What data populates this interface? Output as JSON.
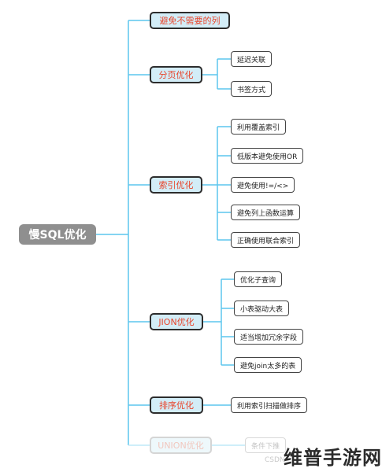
{
  "root": {
    "label": "慢SQL优化"
  },
  "branches": [
    {
      "label": "避免不需要的列",
      "children": []
    },
    {
      "label": "分页优化",
      "children": [
        "延迟关联",
        "书签方式"
      ]
    },
    {
      "label": "索引优化",
      "children": [
        "利用覆盖索引",
        "低版本避免使用OR",
        "避免使用!=/<>",
        "避免列上函数运算",
        "正确使用联合索引"
      ]
    },
    {
      "label": "JION优化",
      "children": [
        "优化子查询",
        "小表驱动大表",
        "适当增加冗余字段",
        "避免join太多的表"
      ]
    },
    {
      "label": "排序优化",
      "children": [
        "利用索引扫描做排序"
      ]
    },
    {
      "label": "UNION优化",
      "children": [
        "条件下推"
      ]
    }
  ],
  "watermark": {
    "csdn": "CSDN",
    "brand": "维普手游网"
  },
  "colors": {
    "line": "#5cc6ee",
    "category_text": "#e8452c",
    "category_fill": "#d3edf7",
    "root_fill": "#8f8f8f"
  }
}
